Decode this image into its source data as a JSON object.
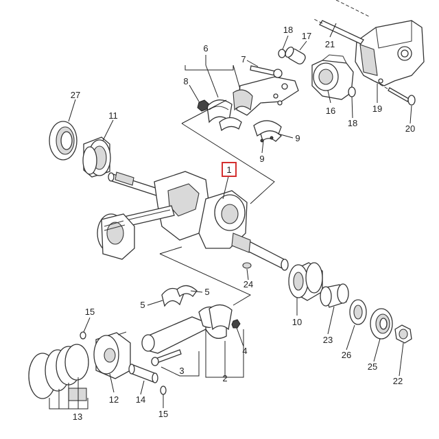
{
  "diagram": {
    "highlight_color": "#d32f2f",
    "callouts": {
      "c1": "1",
      "c2": "2",
      "c3": "3",
      "c4": "4",
      "c5a": "5",
      "c5b": "5",
      "c6": "6",
      "c7": "7",
      "c8": "8",
      "c9a": "9",
      "c9b": "9",
      "c10": "10",
      "c11": "11",
      "c12": "12",
      "c13": "13",
      "c14": "14",
      "c15a": "15",
      "c15b": "15",
      "c16": "16",
      "c17": "17",
      "c18a": "18",
      "c18b": "18",
      "c19": "19",
      "c20": "20",
      "c21": "21",
      "c22": "22",
      "c23": "23",
      "c24": "24",
      "c25": "25",
      "c26": "26",
      "c27": "27"
    }
  }
}
